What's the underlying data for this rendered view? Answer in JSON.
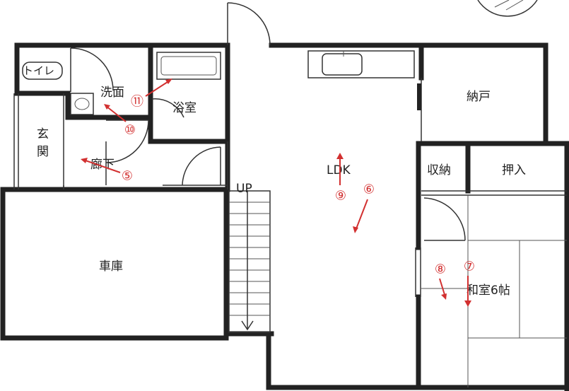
{
  "rooms": {
    "toilet": "トイレ",
    "washroom": "洗面",
    "bathroom": "浴室",
    "entrance_1": "玄",
    "entrance_2": "関",
    "hallway": "廊下",
    "ldk": "LDK",
    "storeroom": "納戸",
    "storage": "収納",
    "closet": "押入",
    "garage": "車庫",
    "washitsu": "和室6帖"
  },
  "stairs": {
    "label": "UP"
  },
  "photo_markers": [
    {
      "id": "m5",
      "label": "⑤"
    },
    {
      "id": "m6",
      "label": "⑥"
    },
    {
      "id": "m7",
      "label": "⑦"
    },
    {
      "id": "m8",
      "label": "⑧"
    },
    {
      "id": "m9",
      "label": "⑨"
    },
    {
      "id": "m10",
      "label": "⑩"
    },
    {
      "id": "m11",
      "label": "⑪"
    }
  ],
  "colors": {
    "wall": "#222222",
    "marker": "#d23030"
  }
}
